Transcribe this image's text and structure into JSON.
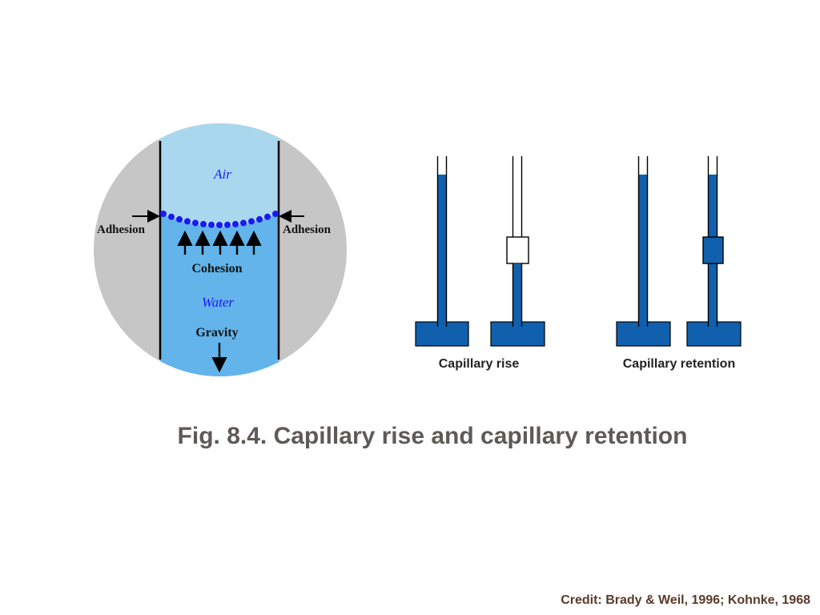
{
  "left_diagram": {
    "air": "Air",
    "water": "Water",
    "adhesion_left": "Adhesion",
    "adhesion_right": "Adhesion",
    "cohesion": "Cohesion",
    "gravity": "Gravity"
  },
  "right_diagram": {
    "rise_label": "Capillary rise",
    "retention_label": "Capillary retention"
  },
  "caption": "Fig. 8.4.  Capillary rise and capillary retention",
  "credit": "Credit:  Brady & Weil, 1996; Kohnke, 1968",
  "colors": {
    "air": "#a9d8ee",
    "water_light": "#62b4ea",
    "solid": "#c6c6c6",
    "water_dark": "#1060ae",
    "meniscus_dots": "#1a1aee",
    "caption_text": "#5f5a55",
    "credit_text": "#5a3a2a"
  }
}
